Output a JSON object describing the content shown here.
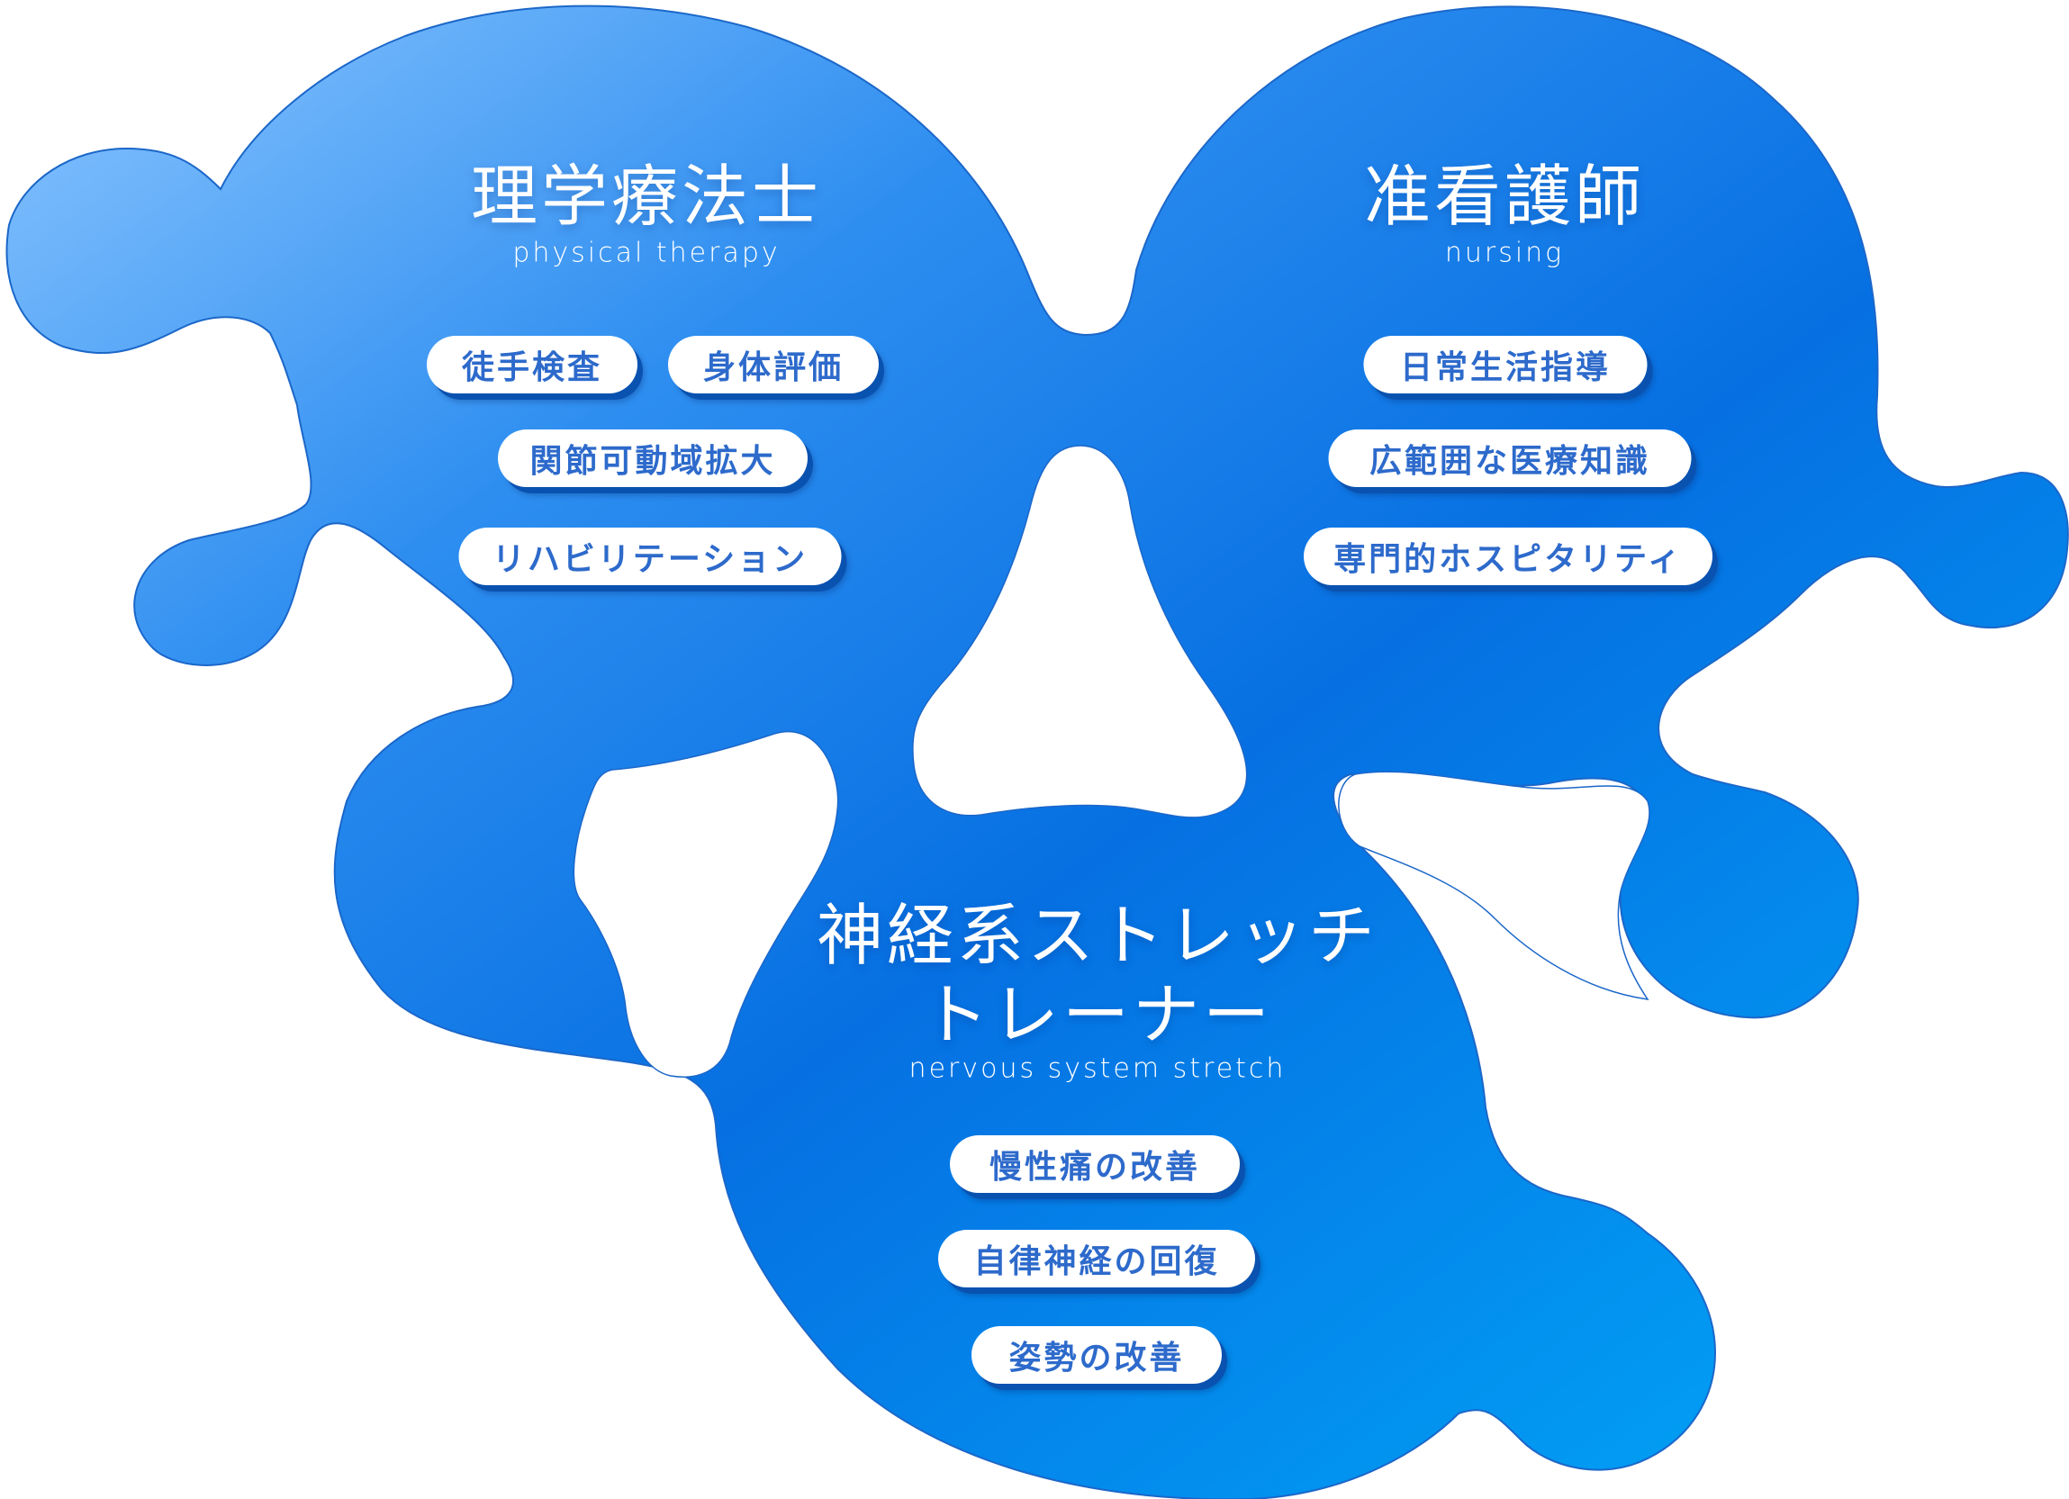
{
  "colors": {
    "gradient_start": "#7cbcff",
    "gradient_mid": "#0a72e2",
    "gradient_end": "#00a8f8",
    "pill_text": "#2d6acb",
    "pill_bg": "#ffffff",
    "pill_shadow": "#0a52b0",
    "title_text": "#ffffff",
    "background": "#ffffff"
  },
  "groups": [
    {
      "id": "physical-therapy",
      "title": "理学療法士",
      "subtitle": "physical therapy",
      "skills": [
        "徒手検査",
        "身体評価",
        "関節可動域拡大",
        "リハビリテーション"
      ]
    },
    {
      "id": "nursing",
      "title": "准看護師",
      "subtitle": "nursing",
      "skills": [
        "日常生活指導",
        "広範囲な医療知識",
        "専門的ホスピタリティ"
      ]
    },
    {
      "id": "nervous-system-stretch",
      "title_line1": "神経系ストレッチ",
      "title_line2": "トレーナー",
      "subtitle": "nervous system stretch",
      "skills": [
        "慢性痛の改善",
        "自律神経の回復",
        "姿勢の改善"
      ]
    }
  ]
}
